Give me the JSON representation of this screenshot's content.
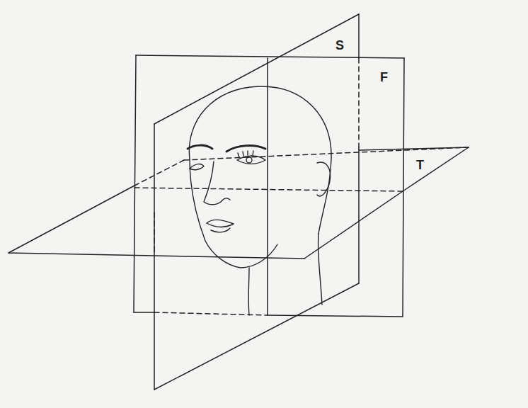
{
  "diagram": {
    "labels": [
      "S",
      "F",
      "T"
    ]
  }
}
